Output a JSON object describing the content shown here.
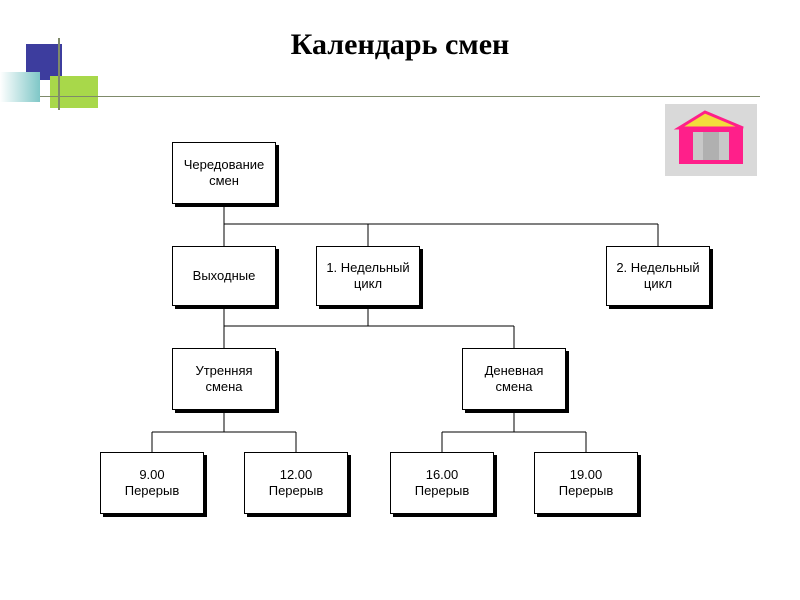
{
  "slide": {
    "title": "Календарь смен"
  },
  "home_button": {
    "icon": "house-icon",
    "colors": {
      "roof": "#f2dc3c",
      "walls": "#ff1f8a",
      "door": "#c8c8c8",
      "background": "#d9d9d9"
    }
  },
  "tree": {
    "root": "Чередование\nсмен",
    "days_off": "Выходные",
    "week_cycle_1": "1. Недельный\nцикл",
    "week_cycle_2": "2. Недельный\nцикл",
    "morning_shift": "Утренняя\nсмена",
    "day_shift": "Деневная\nсмена",
    "break_0900": "9.00\nПерерыв",
    "break_1200": "12.00\nПерерыв",
    "break_1600": "16.00\nПерерыв",
    "break_1900": "19.00\nПерерыв"
  },
  "colors": {
    "deco_blue": "#3d3d9e",
    "deco_green": "#a8d84a",
    "deco_teal": "#7fc7c7",
    "line": "#7f8a6a"
  }
}
